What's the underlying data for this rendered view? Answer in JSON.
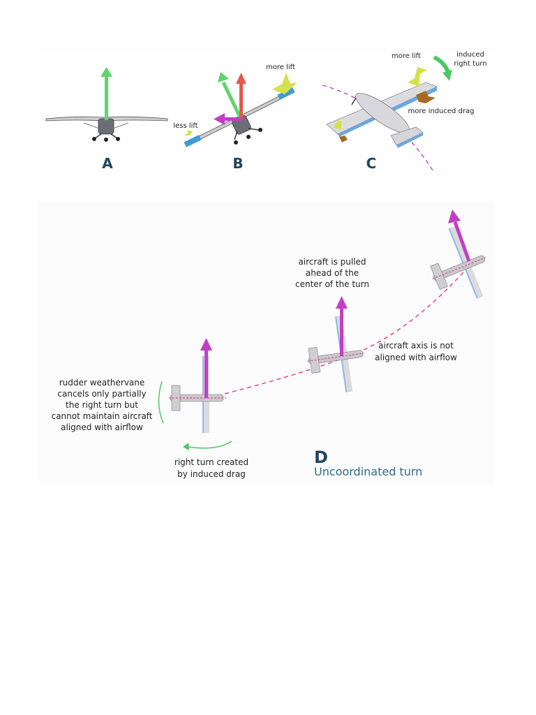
{
  "panels": {
    "a": {
      "letter": "A"
    },
    "b": {
      "letter": "B",
      "more_lift": "more lift",
      "less_lift": "less lift"
    },
    "c": {
      "letter": "C",
      "more_lift": "more lift",
      "induced_right_turn": [
        "induced",
        "right turn"
      ],
      "more_induced_drag": "more induced drag"
    },
    "d": {
      "letter": "D",
      "subtitle": "Uncoordinated turn",
      "pulled_ahead": [
        "aircraft is pulled",
        "ahead of the",
        "center of the turn"
      ],
      "axis_not_aligned": [
        "aircraft axis is not",
        "aligned with airflow"
      ],
      "rudder_weathervane": [
        "rudder weathervane",
        "cancels only partially",
        "the right turn but",
        "cannot maintain aircraft",
        "aligned with airflow"
      ],
      "right_turn_drag": [
        "right turn created",
        "by induced drag"
      ]
    }
  },
  "colors": {
    "lift_green": "#5fd46a",
    "vertical_red": "#e05a4e",
    "side_magenta": "#c23fc4",
    "lift_yellow": "#d6e04a",
    "drag_brown": "#a86a22",
    "wingtip_blue": "#3f9ad8",
    "path_pink": "#e0508e",
    "turn_green": "#4cc764",
    "title_blue": "#1d4661"
  }
}
